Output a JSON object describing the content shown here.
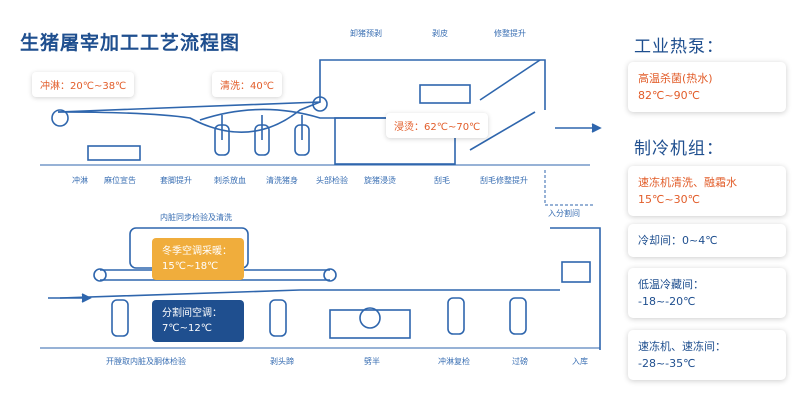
{
  "title": "生猪屠宰加工工艺流程图",
  "temps": {
    "shower": "冲淋：20℃~38℃",
    "wash": "清洗：40℃",
    "scald": "浸烫：62℃~70℃"
  },
  "top_step_labels": [
    "卸猪预剥",
    "剥皮",
    "修整提升"
  ],
  "upper_line_labels": [
    "冲淋",
    "麻位宣告",
    "套脚提升",
    "刺杀放血",
    "清洗猪身",
    "头部检验",
    "旋猪浸烫",
    "刮毛",
    "刮毛修整提升"
  ],
  "lower_section": {
    "viscera_label": "内脏同步检验及清洗",
    "cut_label": "入分割间",
    "winter_badge": [
      "冬季空调采暖：",
      "15℃~18℃"
    ],
    "cut_badge": [
      "分割间空调：",
      "7℃~12℃"
    ]
  },
  "lower_line_labels": [
    "开膛取内脏及胴体检验",
    "剥头蹄",
    "劈半",
    "冲淋复检",
    "过磅",
    "入库"
  ],
  "sidebar": {
    "heat_pump_title": "工业热泵：",
    "heat_pump_card": [
      "高温杀菌(热水)",
      "82℃~90℃"
    ],
    "chiller_title": "制冷机组：",
    "chiller_cards": [
      [
        "速冻机清洗、融霜水",
        "15℃~30℃"
      ],
      [
        "冷却间：0~4℃"
      ],
      [
        "低温冷藏间：",
        "-18~-20℃"
      ],
      [
        "速冻机、速冻间：",
        "-28~-35℃"
      ]
    ]
  },
  "colors": {
    "line": "#2f66ad",
    "orange": "#e25d2a",
    "gold": "#f0ad3c",
    "navy": "#1f4f8f"
  }
}
